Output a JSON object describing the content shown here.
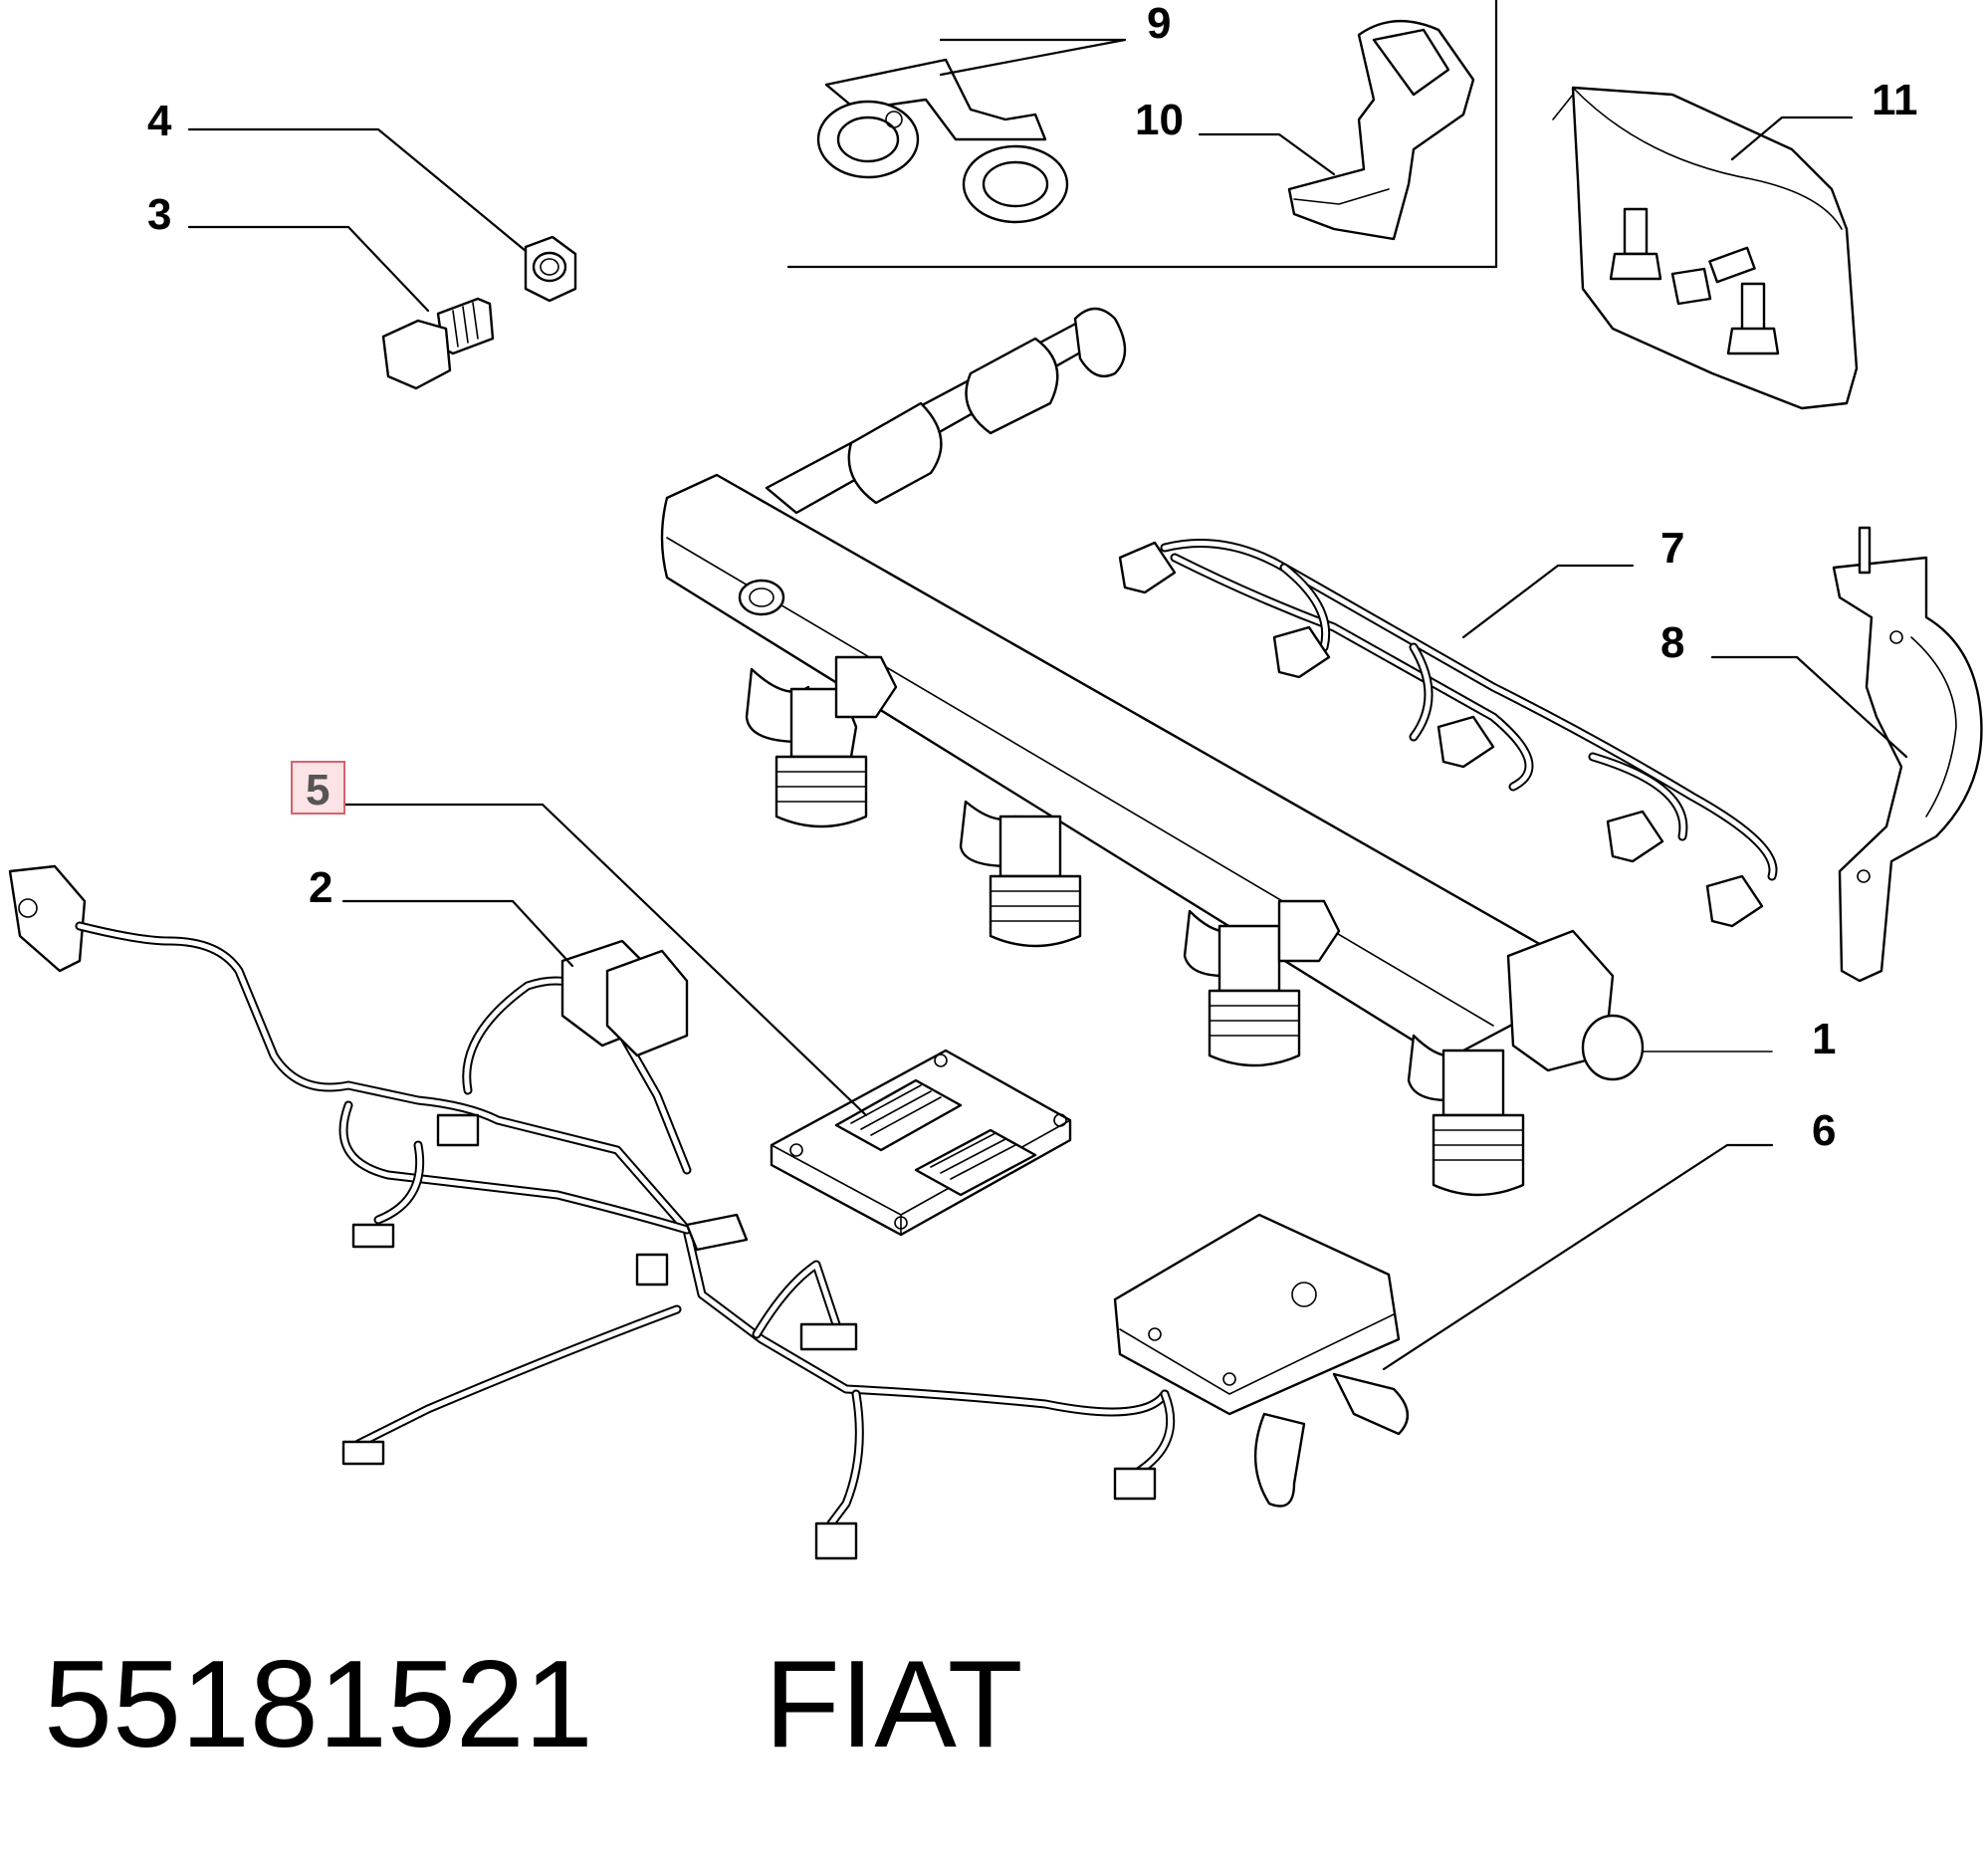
{
  "callouts": [
    {
      "id": "1",
      "text": "1"
    },
    {
      "id": "2",
      "text": "2"
    },
    {
      "id": "3",
      "text": "3"
    },
    {
      "id": "4",
      "text": "4"
    },
    {
      "id": "5",
      "text": "5",
      "highlighted": true
    },
    {
      "id": "6",
      "text": "6"
    },
    {
      "id": "7",
      "text": "7"
    },
    {
      "id": "8",
      "text": "8"
    },
    {
      "id": "9",
      "text": "9"
    },
    {
      "id": "10",
      "text": "10"
    },
    {
      "id": "11",
      "text": "11"
    }
  ],
  "footer": {
    "part_number": "55181521",
    "brand": "FIAT"
  },
  "colors": {
    "highlight_fill": "#fbe3e6",
    "highlight_border": "#d9606e",
    "ink": "#000000"
  }
}
